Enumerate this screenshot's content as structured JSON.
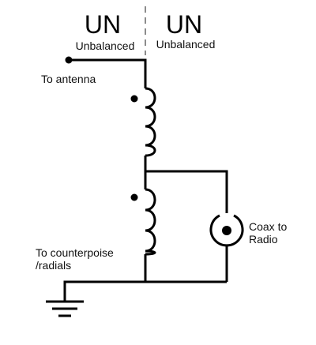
{
  "labels": {
    "left_symbol": "UN",
    "left_caption": "Unbalanced",
    "right_symbol": "UN",
    "right_caption": "Unbalanced",
    "antenna": "To antenna",
    "counterpoise_line1": "To counterpoise",
    "counterpoise_line2": "/radials",
    "coax_line1": "Coax to",
    "coax_line2": "Radio"
  }
}
